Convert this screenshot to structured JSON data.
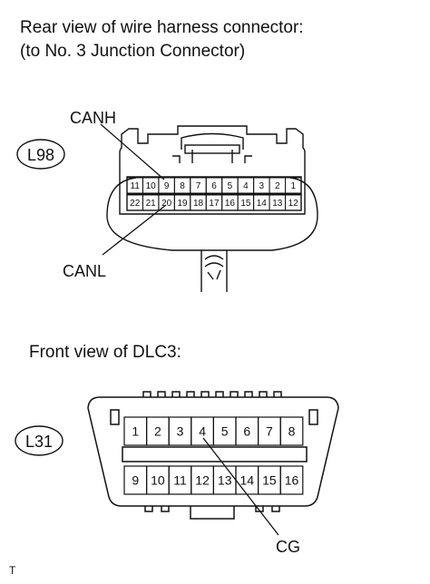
{
  "top_section": {
    "title_line1": "Rear view of wire harness connector:",
    "title_line2": "(to No. 3 Junction Connector)",
    "connector_id": "L98",
    "pin_labels": {
      "canh": "CANH",
      "canl": "CANL"
    },
    "pins_row1": [
      "11",
      "10",
      "9",
      "8",
      "7",
      "6",
      "5",
      "4",
      "3",
      "2",
      "1"
    ],
    "pins_row2": [
      "22",
      "21",
      "20",
      "19",
      "18",
      "17",
      "16",
      "15",
      "14",
      "13",
      "12"
    ]
  },
  "bottom_section": {
    "title": "Front view of DLC3:",
    "connector_id": "L31",
    "pin_labels": {
      "cg": "CG"
    },
    "pins_row1": [
      "1",
      "2",
      "3",
      "4",
      "5",
      "6",
      "7",
      "8"
    ],
    "pins_row2": [
      "9",
      "10",
      "11",
      "12",
      "13",
      "14",
      "15",
      "16"
    ]
  },
  "footer": {
    "mark": "T"
  }
}
